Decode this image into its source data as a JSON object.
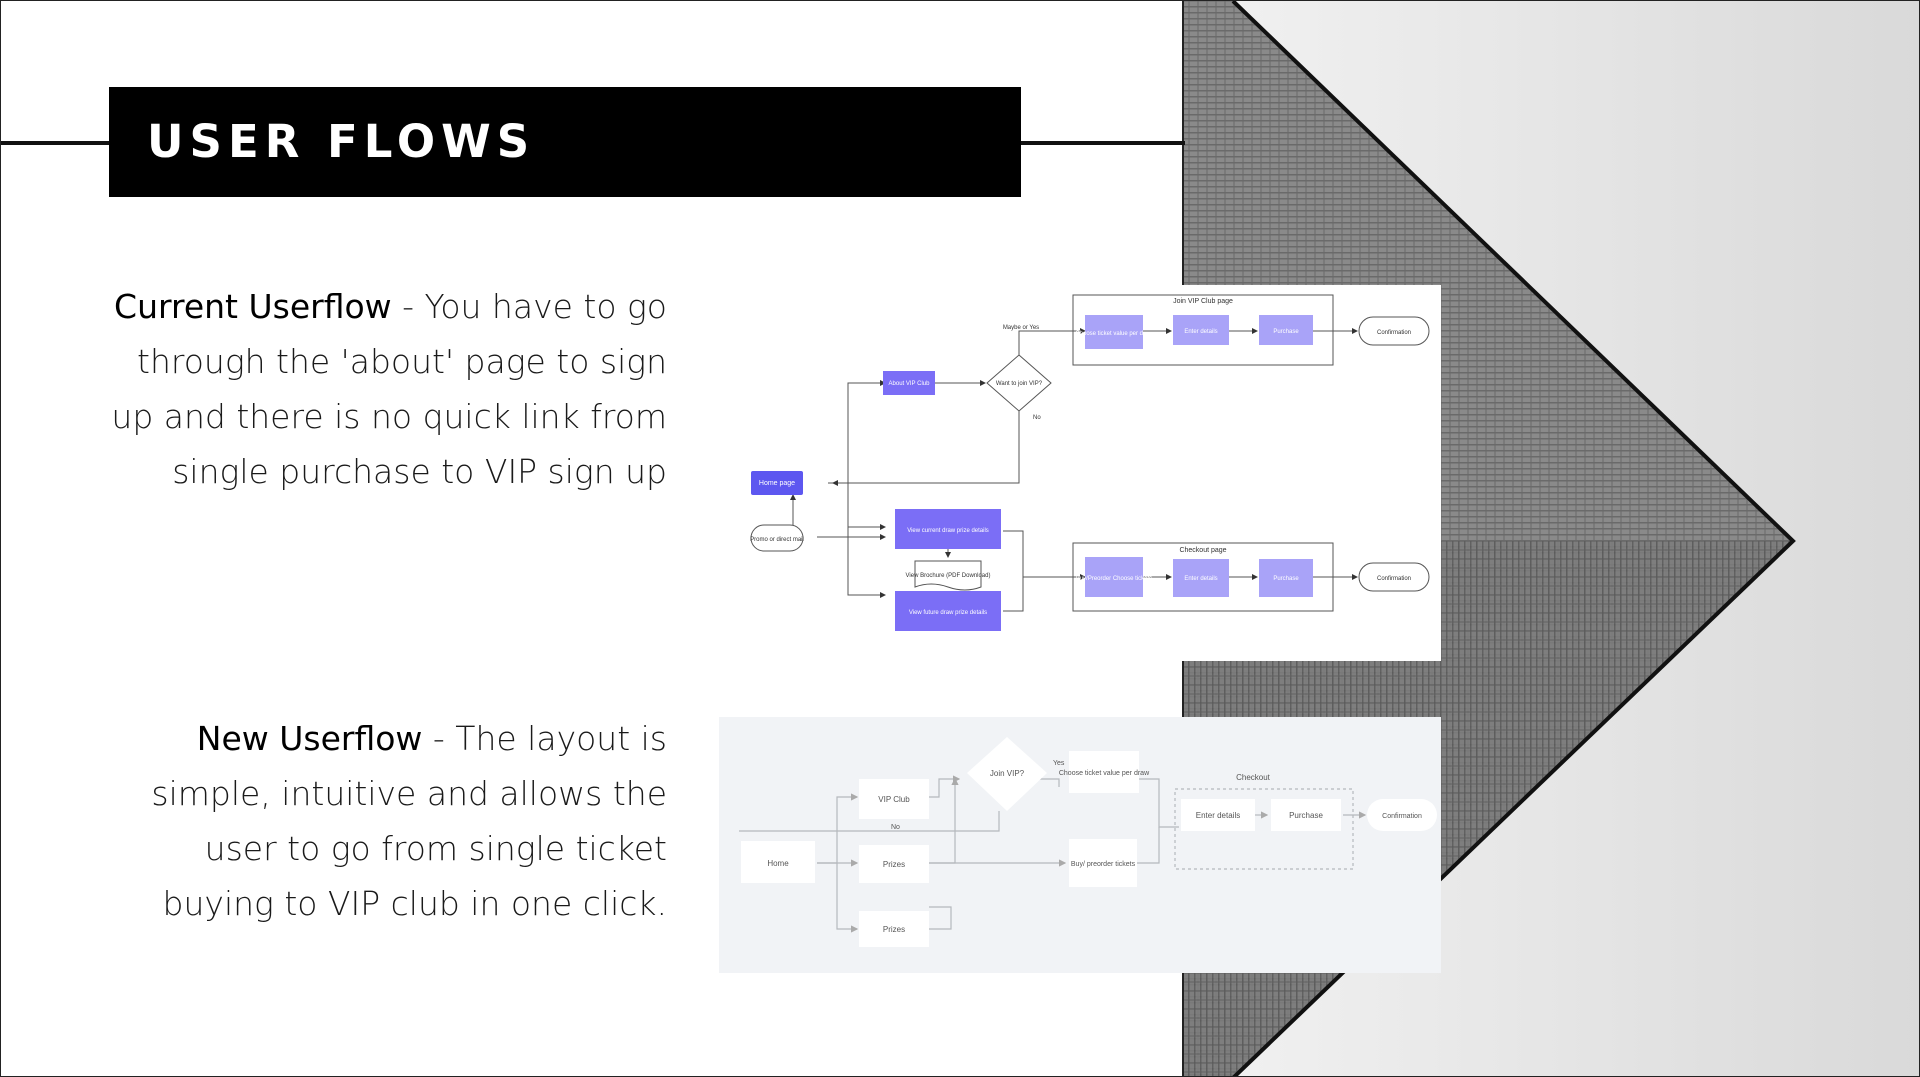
{
  "header": {
    "title": "USER FLOWS"
  },
  "current": {
    "lead": "Current Userflow",
    "lines": [
      " - You have to go",
      "through the 'about' page to sign",
      "up and there is no quick link from",
      "single purchase to VIP sign up"
    ],
    "diagram": {
      "vip_group_label": "Join VIP Club page",
      "checkout_group_label": "Checkout page",
      "home": "Home page",
      "promo": "Promo or direct mail",
      "about_vip": "About VIP Club",
      "want_vip": "Want to join VIP?",
      "maybe_yes": "Maybe or Yes",
      "no": "No",
      "choose_value": "Choose ticket value per draw",
      "enter_details_1": "Enter details",
      "purchase_1": "Purchase",
      "confirmation_1": "Confirmation",
      "view_current": "View current draw prize details",
      "view_brochure": "View Brochure (PDF Download)",
      "view_future": "View future draw prize details",
      "buy_preorder": "Buy/Preorder Choose tickets",
      "enter_details_2": "Enter details",
      "purchase_2": "Purchase",
      "confirmation_2": "Confirmation",
      "accent_color": "#7b6ef6",
      "light_color": "#a9a3f8"
    }
  },
  "new": {
    "lead": "New Userflow",
    "lines": [
      " - The layout is",
      "simple, intuitive and allows the",
      "user to go from single ticket",
      "buying to VIP club in one click."
    ],
    "diagram": {
      "home": "Home",
      "vip_club": "VIP Club",
      "prizes_1": "Prizes",
      "prizes_2": "Prizes",
      "join_vip": "Join VIP?",
      "yes": "Yes",
      "no": "No",
      "choose_ticket": "Choose ticket value per draw",
      "buy_preorder": "Buy/ preorder tickets",
      "checkout": "Checkout",
      "enter_details": "Enter details",
      "purchase": "Purchase",
      "confirmation": "Confirmation"
    }
  }
}
